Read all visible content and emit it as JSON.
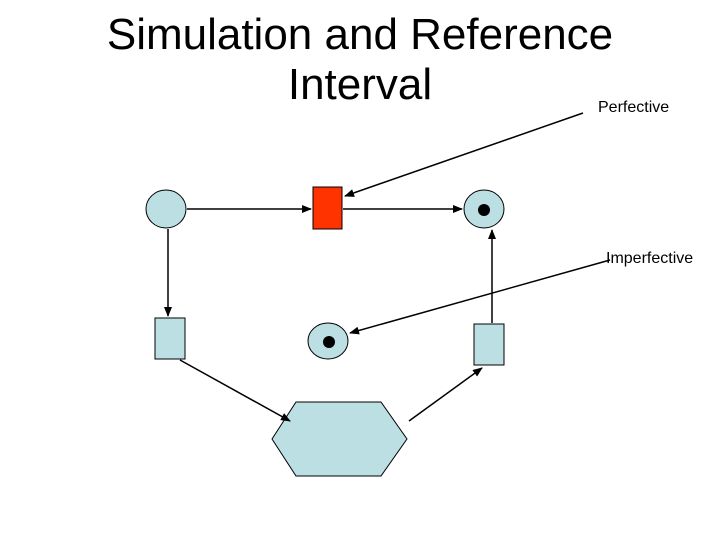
{
  "title": {
    "line1": "Simulation and Reference",
    "line2": "Interval"
  },
  "labels": {
    "perfective": "Perfective",
    "imperfective": "Imperfective"
  },
  "colors": {
    "node_fill": "#bcdfe3",
    "highlight_fill": "#ff3300",
    "stroke": "#000000",
    "token": "#000000"
  }
}
